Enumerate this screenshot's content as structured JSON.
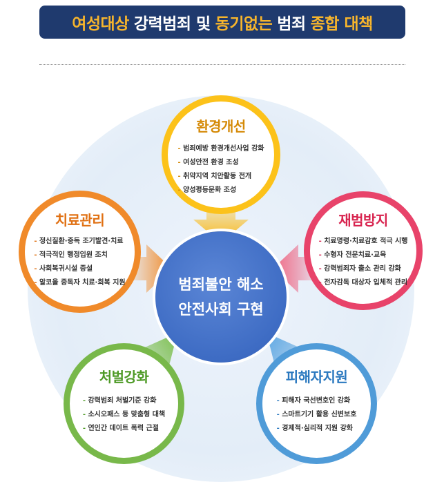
{
  "header": {
    "title_parts": [
      {
        "text": "여성대상",
        "highlight": true
      },
      {
        "text": "강력범죄 및",
        "highlight": false
      },
      {
        "text": "동기없는",
        "highlight": true
      },
      {
        "text": "범죄",
        "highlight": false
      },
      {
        "text": "종합 대책",
        "highlight": true
      }
    ]
  },
  "center": {
    "line1": "범죄불안 해소",
    "line2": "안전사회 구현"
  },
  "nodes": {
    "environment": {
      "title": "환경개선",
      "color": "#fcc21a",
      "items": [
        "범죄예방 환경개선사업 강화",
        "여성안전 환경 조성",
        "취약지역 치안활동 전개",
        "양성평등문화 조성"
      ]
    },
    "treatment": {
      "title": "치료관리",
      "color": "#f08a2a",
      "items": [
        "정신질환·중독 조기발견·치료",
        "적극적인 행정입원 조치",
        "사회복귀시설 증설",
        "알코올 중독자 치료·회복 지원"
      ]
    },
    "recidivism": {
      "title": "재범방지",
      "color": "#e8436a",
      "items": [
        "치료명령·치료감호 적극 시행",
        "수형자 전문치료·교육",
        "강력범죄자 출소 관리 강화",
        "전자감독 대상자 입체적 관리"
      ]
    },
    "punishment": {
      "title": "처벌강화",
      "color": "#78b84a",
      "items": [
        "강력범죄 처벌기준 강화",
        "소시오패스 등 맞춤형 대책",
        "연인간 데이트 폭력 근절"
      ]
    },
    "victim_support": {
      "title": "피해자지원",
      "color": "#4f9bd8",
      "items": [
        "피해자 국선변호인 강화",
        "스마트기기 활용 신변보호",
        "경제적·심리적 지원 강화"
      ]
    }
  },
  "colors": {
    "banner_bg": "#1f3a6e",
    "banner_highlight": "#f7b52c",
    "center_fill": "#3e6cc4"
  }
}
